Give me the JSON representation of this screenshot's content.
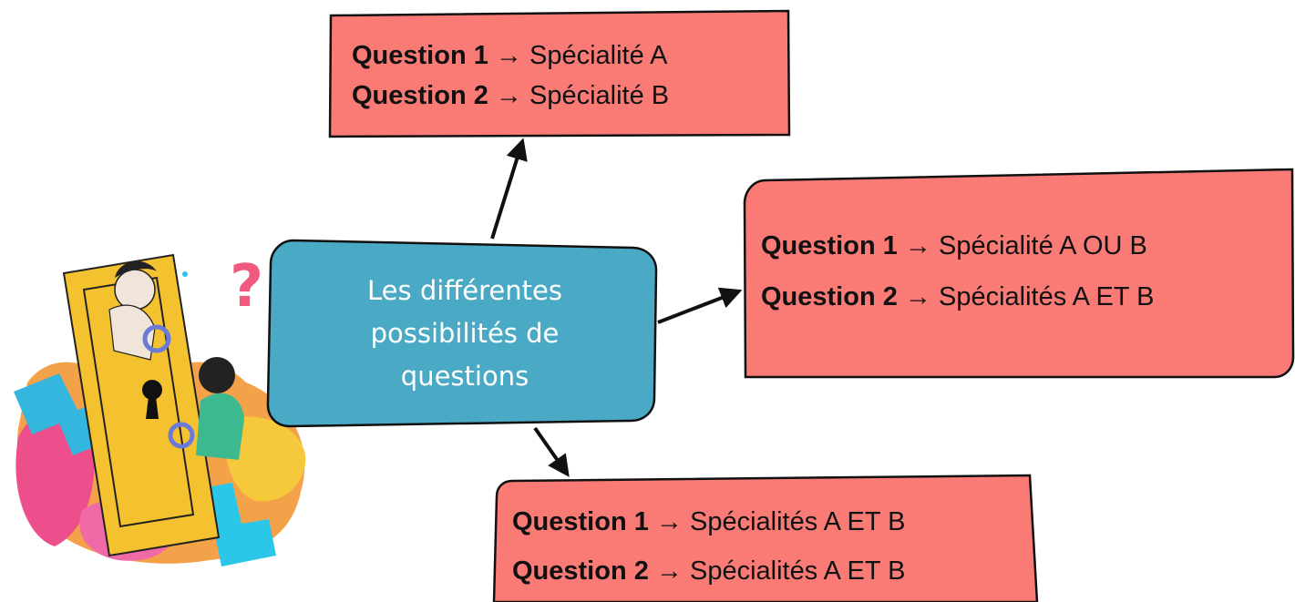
{
  "colors": {
    "box_fill": "#fa7b76",
    "center_fill": "#4aa9c4",
    "stroke": "#111111"
  },
  "center": {
    "lines": [
      "Les différentes",
      "possibilités de",
      "questions"
    ]
  },
  "boxes": [
    {
      "id": "top",
      "rows": [
        {
          "q": "Question 1",
          "arrow": "→",
          "answer": "Spécialité A"
        },
        {
          "q": "Question 2",
          "arrow": "→",
          "answer": "Spécialité B"
        }
      ]
    },
    {
      "id": "right",
      "rows": [
        {
          "q": "Question 1",
          "arrow": "→",
          "answer": "Spécialité A OU B"
        },
        {
          "q": "Question 2",
          "arrow": "→",
          "answer": "Spécialités A ET B"
        }
      ]
    },
    {
      "id": "bottom",
      "rows": [
        {
          "q": "Question 1",
          "arrow": "→",
          "answer": "Spécialités A ET B"
        },
        {
          "q": "Question 2",
          "arrow": "→",
          "answer": "Spécialités A ET B"
        }
      ]
    }
  ],
  "illustration": {
    "icon": "puzzle-door-people-icon",
    "glyph": "?"
  }
}
